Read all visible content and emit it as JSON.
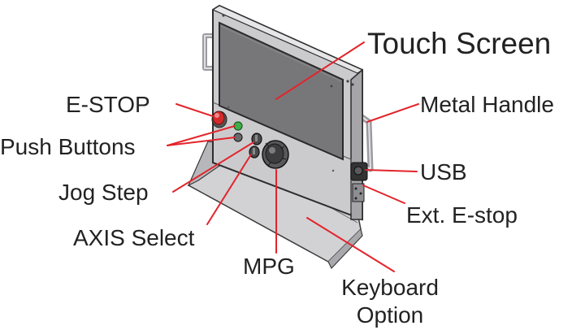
{
  "labels": {
    "touch_screen": "Touch Screen",
    "e_stop": "E-STOP",
    "metal_handle": "Metal Handle",
    "push_buttons": "Push Buttons",
    "usb": "USB",
    "jog_step": "Jog Step",
    "ext_estop": "Ext. E-stop",
    "axis_select": "AXIS Select",
    "mpg": "MPG",
    "keyboard_line1": "Keyboard",
    "keyboard_line2": "Option"
  },
  "colors": {
    "leader": "#e3242b",
    "estop_button": "#d42a2a",
    "green_button": "#3fae49",
    "panel": "#c9c9cb",
    "screen": "#757578"
  }
}
